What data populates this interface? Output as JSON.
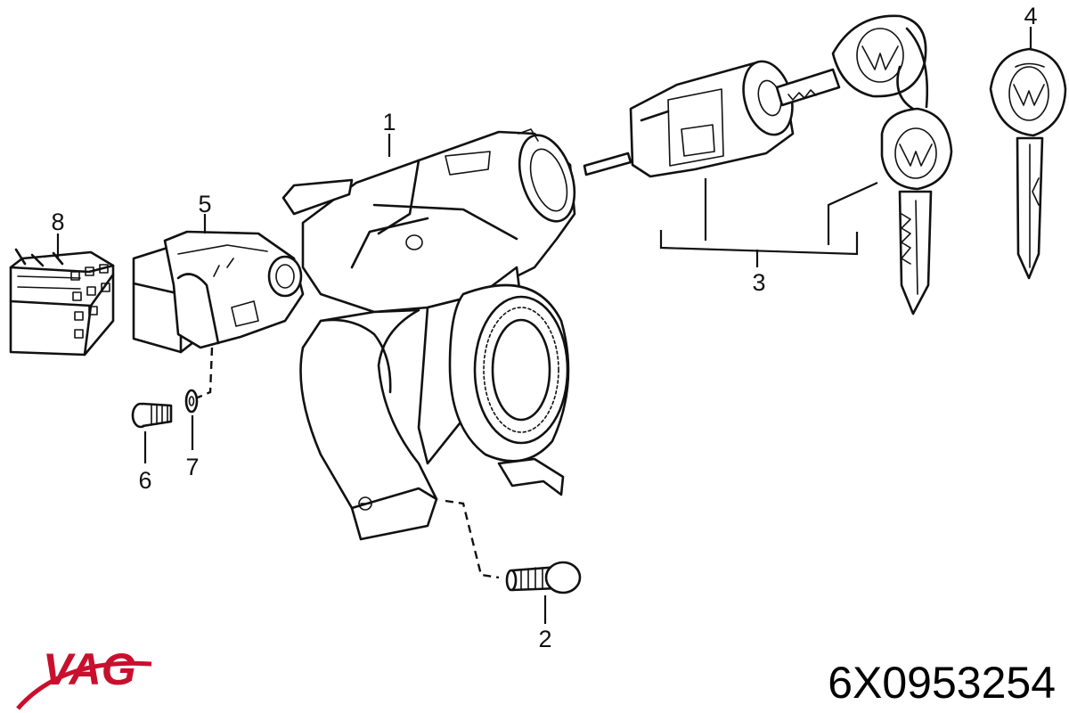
{
  "brand": {
    "name": "VAG",
    "color": "#c8102e"
  },
  "part_number": "6X0953254",
  "callouts": [
    {
      "id": "1",
      "label": "1"
    },
    {
      "id": "2",
      "label": "2"
    },
    {
      "id": "3",
      "label": "3"
    },
    {
      "id": "4",
      "label": "4"
    },
    {
      "id": "5",
      "label": "5"
    },
    {
      "id": "6",
      "label": "6"
    },
    {
      "id": "7",
      "label": "7"
    },
    {
      "id": "8",
      "label": "8"
    }
  ]
}
